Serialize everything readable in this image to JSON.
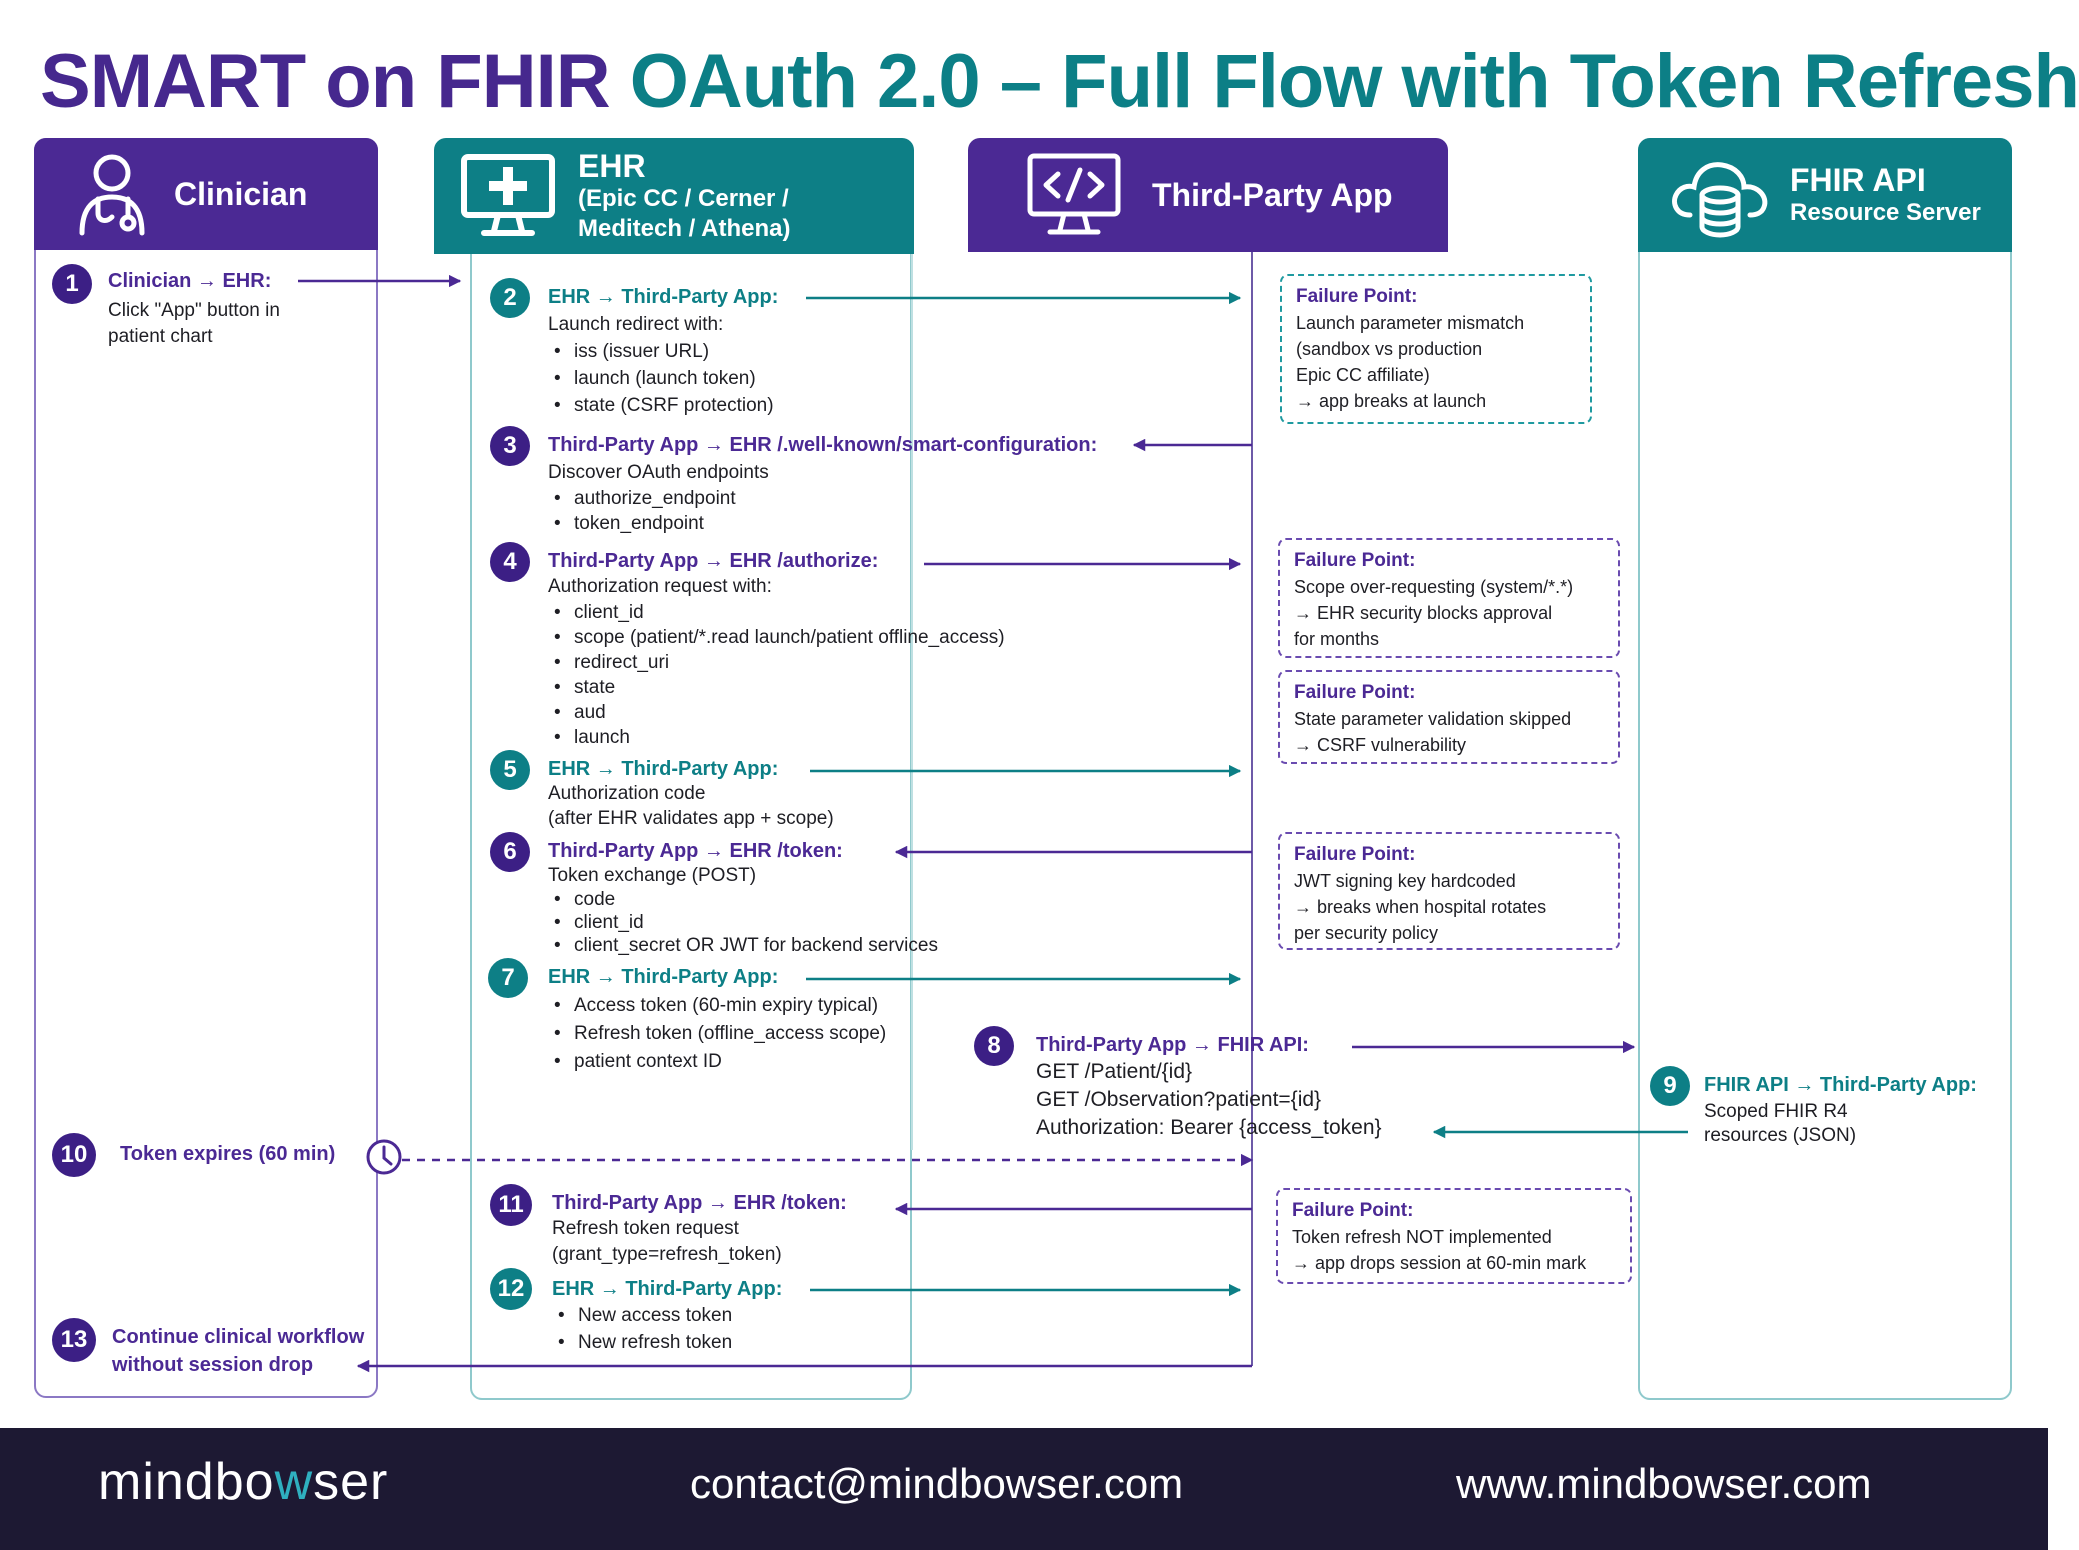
{
  "title": {
    "part1": "SMART on FHIR",
    "part2": "OAuth 2.0 – Full Flow with Token Refresh"
  },
  "colors": {
    "purple": "#4b2994",
    "teal": "#0d7f86",
    "dark_purple": "#3c1f85",
    "footer": "#1d1933",
    "brand_accent": "#2fb0c0"
  },
  "lanes": {
    "clinician": {
      "label": "Clinician",
      "icon": "clinician-icon"
    },
    "ehr": {
      "label": "EHR",
      "sub1": "(Epic CC / Cerner /",
      "sub2": "Meditech / Athena)",
      "icon": "monitor-plus-icon"
    },
    "app": {
      "label": "Third-Party App",
      "icon": "code-monitor-icon"
    },
    "fhir": {
      "label": "FHIR API",
      "sub": "Resource Server",
      "icon": "cloud-database-icon"
    }
  },
  "steps": [
    {
      "num": "1",
      "title": "Clinician → EHR:",
      "lines": [
        "Click \"App\" button in",
        "patient chart"
      ],
      "bullets": []
    },
    {
      "num": "2",
      "title": "EHR → Third-Party App:",
      "lines": [
        "Launch redirect with:"
      ],
      "bullets": [
        "iss (issuer URL)",
        "launch (launch token)",
        "state (CSRF protection)"
      ]
    },
    {
      "num": "3",
      "title": "Third-Party App → EHR /.well-known/smart-configuration:",
      "lines": [
        "Discover OAuth endpoints"
      ],
      "bullets": [
        "authorize_endpoint",
        "token_endpoint"
      ]
    },
    {
      "num": "4",
      "title": "Third-Party App → EHR /authorize:",
      "lines": [
        "Authorization request with:"
      ],
      "bullets": [
        "client_id",
        "scope  (patient/*.read launch/patient offline_access)",
        "redirect_uri",
        "state",
        "aud",
        "launch"
      ]
    },
    {
      "num": "5",
      "title": "EHR → Third-Party App:",
      "lines": [
        "Authorization code",
        "(after EHR validates app + scope)"
      ],
      "bullets": []
    },
    {
      "num": "6",
      "title": "Third-Party App → EHR /token:",
      "lines": [
        "Token exchange (POST)"
      ],
      "bullets": [
        "code",
        "client_id",
        "client_secret OR JWT for backend services"
      ]
    },
    {
      "num": "7",
      "title": "EHR → Third-Party App:",
      "lines": [],
      "bullets": [
        "Access token  (60-min expiry typical)",
        "Refresh token  (offline_access scope)",
        "patient context ID"
      ]
    },
    {
      "num": "8",
      "title": "Third-Party App → FHIR API:",
      "lines": [
        "GET /Patient/{id}",
        "GET /Observation?patient={id}",
        "Authorization: Bearer {access_token}"
      ],
      "bullets": []
    },
    {
      "num": "9",
      "title": "FHIR API → Third-Party App:",
      "lines": [
        "Scoped FHIR R4",
        "resources (JSON)"
      ],
      "bullets": []
    },
    {
      "num": "10",
      "title": "Token expires (60 min)",
      "lines": [],
      "bullets": []
    },
    {
      "num": "11",
      "title": "Third-Party App → EHR /token:",
      "lines": [
        "Refresh token request",
        "(grant_type=refresh_token)"
      ],
      "bullets": []
    },
    {
      "num": "12",
      "title": "EHR → Third-Party App:",
      "lines": [],
      "bullets": [
        "New access token",
        "New refresh token"
      ]
    },
    {
      "num": "13",
      "title": "Continue clinical workflow",
      "lines": [
        "without session drop"
      ],
      "bullets": []
    }
  ],
  "failures": [
    {
      "title": "Failure Point:",
      "lines": [
        "Launch parameter mismatch",
        "(sandbox vs production",
        "Epic CC affiliate)",
        "→ app breaks at launch"
      ]
    },
    {
      "title": "Failure Point:",
      "lines": [
        "Scope over-requesting (system/*.*)",
        "→ EHR security blocks approval",
        "for months"
      ]
    },
    {
      "title": "Failure Point:",
      "lines": [
        "State parameter validation skipped",
        "→ CSRF vulnerability"
      ]
    },
    {
      "title": "Failure Point:",
      "lines": [
        "JWT signing key hardcoded",
        "→ breaks when hospital rotates",
        "per security policy"
      ]
    },
    {
      "title": "Failure Point:",
      "lines": [
        "Token refresh NOT implemented",
        "→ app drops session at 60-min mark"
      ]
    }
  ],
  "footer": {
    "brand_a": "mindbo",
    "brand_w": "w",
    "brand_b": "ser",
    "email": "contact@mindbowser.com",
    "website": "www.mindbowser.com"
  }
}
